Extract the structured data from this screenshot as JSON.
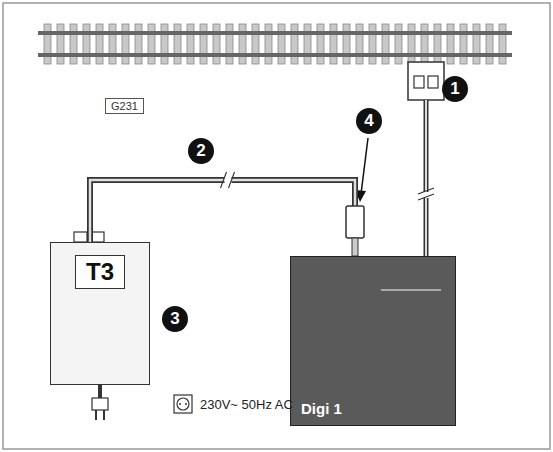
{
  "diagram": {
    "nodes": [
      {
        "text": [
          "G231"
        ]
      },
      {
        "text": [
          "T3"
        ]
      },
      {
        "text": [
          "Digi 1"
        ]
      }
    ],
    "edges": [
      {
        "from": 1,
        "to": 2,
        "arrow": "none"
      }
    ],
    "labels": [
      "1",
      "2",
      "4",
      "3",
      "230V~ 50Hz AC"
    ]
  }
}
